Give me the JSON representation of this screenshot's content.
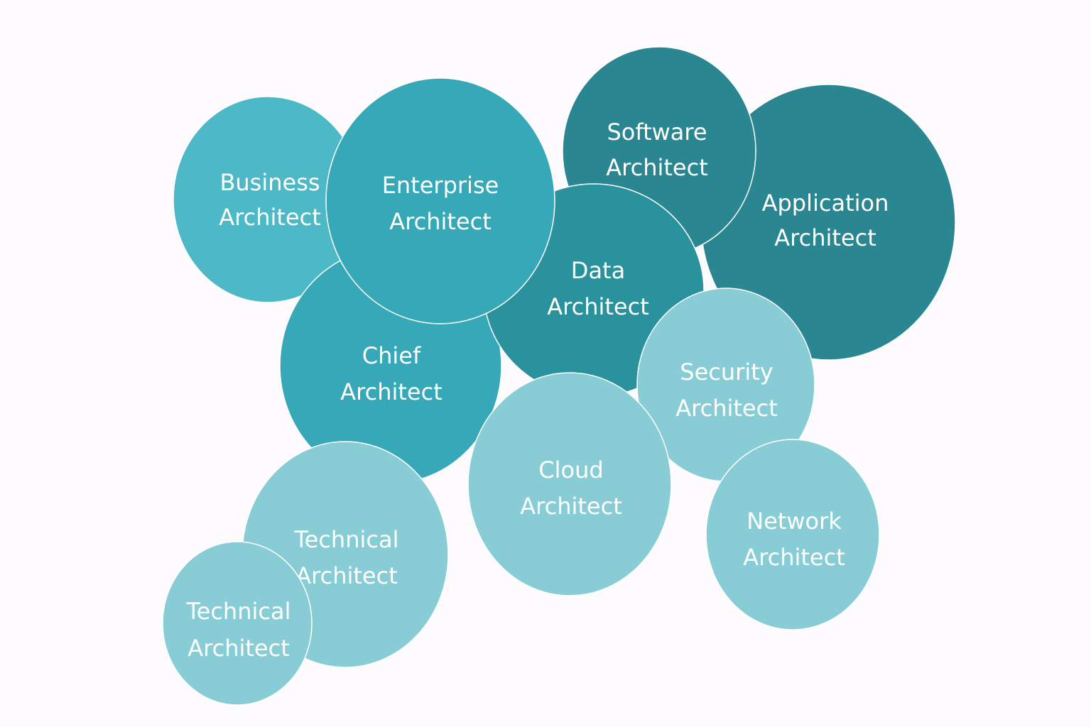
{
  "colors": {
    "background": "#fdfbfd",
    "label": "#ffffff",
    "outline": "#ffffff",
    "light": "#88cdd6",
    "medium_light": "#4db8c6",
    "medium": "#36a8b7",
    "medium_dark": "#2a929d",
    "dark": "#2a8690"
  },
  "bubbles": [
    {
      "id": "application",
      "name": "bubble-application-architect",
      "lines": [
        "Application",
        "Architect"
      ],
      "fill": "dark"
    },
    {
      "id": "software",
      "name": "bubble-software-architect",
      "lines": [
        "Software",
        "Architect"
      ],
      "fill": "dark"
    },
    {
      "id": "business",
      "name": "bubble-business-architect",
      "lines": [
        "Business",
        "Architect"
      ],
      "fill": "medium_light"
    },
    {
      "id": "chief",
      "name": "bubble-chief-architect",
      "lines": [
        "Chief",
        "Architect"
      ],
      "fill": "medium"
    },
    {
      "id": "data",
      "name": "bubble-data-architect",
      "lines": [
        "Data",
        "Architect"
      ],
      "fill": "medium_dark"
    },
    {
      "id": "enterprise",
      "name": "bubble-enterprise-architect",
      "lines": [
        "Enterprise",
        "Architect"
      ],
      "fill": "medium"
    },
    {
      "id": "security",
      "name": "bubble-security-architect",
      "lines": [
        "Security",
        "Architect"
      ],
      "fill": "light"
    },
    {
      "id": "cloud",
      "name": "bubble-cloud-architect",
      "lines": [
        "Cloud",
        "Architect"
      ],
      "fill": "light"
    },
    {
      "id": "network",
      "name": "bubble-network-architect",
      "lines": [
        "Network",
        "Architect"
      ],
      "fill": "light"
    },
    {
      "id": "technical_1",
      "name": "bubble-technical-architect",
      "lines": [
        "Technical",
        "Architect"
      ],
      "fill": "light"
    },
    {
      "id": "technical_2",
      "name": "bubble-technical-architect-small",
      "lines": [
        "Technical",
        "Architect"
      ],
      "fill": "light"
    }
  ]
}
